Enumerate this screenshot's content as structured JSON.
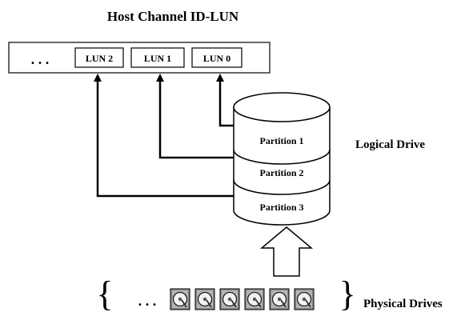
{
  "title": "Host Channel ID-LUN",
  "lun_box": {
    "ellipsis": ". . .",
    "luns": [
      "LUN 2",
      "LUN 1",
      "LUN 0"
    ]
  },
  "logical_drive": {
    "label": "Logical Drive",
    "partitions": [
      "Partition 1",
      "Partition 2",
      "Partition 3"
    ]
  },
  "physical_drives": {
    "label": "Physical Drives",
    "ellipsis": ". . .",
    "drive_count": 6
  }
}
